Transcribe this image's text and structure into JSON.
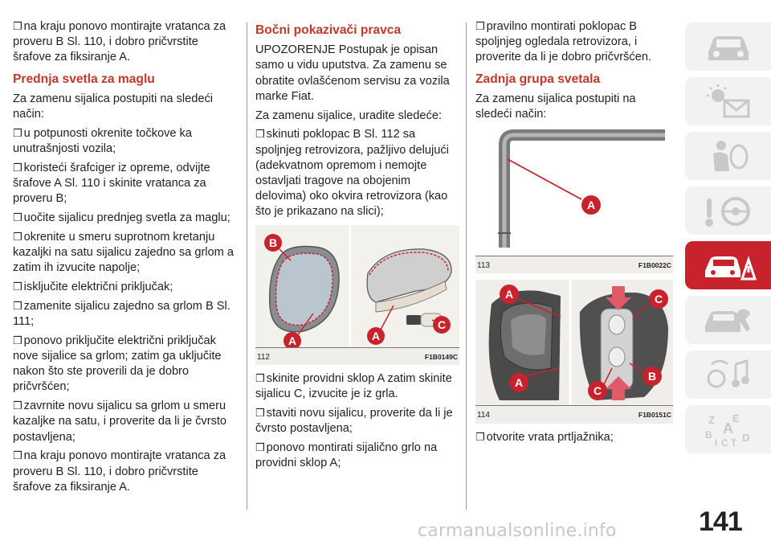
{
  "col1": {
    "p1": "na kraju ponovo montirajte vratanca za proveru B Sl. 110, i dobro pričvrstite šrafove za fiksiranje A.",
    "heading": "Prednja svetla za maglu",
    "intro": "Za zamenu sijalica postupiti na sledeći način:",
    "steps": [
      "u potpunosti okrenite točkove ka unutrašnjosti vozila;",
      "koristeći šrafciger iz opreme, odvijte šrafove A Sl. 110 i skinite vratanca za proveru B;",
      "uočite sijalicu prednjeg svetla za maglu;",
      "okrenite u smeru suprotnom kretanju kazaljki na satu sijalicu zajedno sa grlom a zatim ih izvucite napolje;",
      "isključite električni priključak;",
      "zamenite sijalicu zajedno sa grlom B Sl. 111;",
      "ponovo priključite električni priključak nove sijalice sa grlom; zatim ga uključite nakon što ste proverili da je dobro pričvršćen;",
      "zavrnite novu sijalicu sa grlom u smeru kazaljke na satu, i proverite da li je čvrsto postavljena;",
      "na kraju ponovo montirajte vratanca za proveru B Sl. 110, i dobro pričvrstite šrafove za fiksiranje A."
    ]
  },
  "col2": {
    "heading": "Bočni pokazivači pravca",
    "warning": "UPOZORENJE Postupak je opisan samo u vidu uputstva. Za zamenu se obratite ovlašćenom servisu za vozila marke Fiat.",
    "intro": "Za zamenu sijalice, uradite sledeće:",
    "step1": "skinuti poklopac B Sl. 112 sa spoljnjeg retrovizora, pažljivo delujući (adekvatnom opremom i nemojte ostavljati tragove na obojenim delovima) oko okvira retrovizora (kao što je prikazano na slici);",
    "figure": {
      "number": "112",
      "code": "F1B0149C",
      "labels": [
        "B",
        "A",
        "A",
        "C"
      ]
    },
    "steps_after": [
      "skinite providni sklop A zatim skinite sijalicu C, izvucite je iz grla.",
      "staviti novu sijalicu, proverite da li je čvrsto postavljena;",
      "ponovo montirati sijalično grlo na providni sklop A;"
    ]
  },
  "col3": {
    "step0": "pravilno montirati poklopac B spoljnjeg ogledala retrovizora, i proverite da li je dobro pričvršćen.",
    "heading": "Zadnja grupa svetala",
    "intro": "Za zamenu sijalica postupiti na sledeći način:",
    "figure113": {
      "number": "113",
      "code": "F1B0022C",
      "labels": [
        "A"
      ]
    },
    "figure114": {
      "number": "114",
      "code": "F1B0151C",
      "labels": [
        "A",
        "C",
        "A",
        "C",
        "B"
      ]
    },
    "step_last": "otvorite vrata prtljažnika;"
  },
  "checkbox_glyph": "❒",
  "page_number": "141",
  "watermark": "carmanualsonline.info",
  "colors": {
    "heading": "#c0392b",
    "accent": "#c8232c",
    "sidebar_tab": "#f2f2f2",
    "icon": "#c9c9c9"
  },
  "sidebar": [
    {
      "icon": "car-front-icon",
      "active": false
    },
    {
      "icon": "warning-light-icon",
      "active": false
    },
    {
      "icon": "airbag-person-icon",
      "active": false
    },
    {
      "icon": "steering-wheel-icon",
      "active": false
    },
    {
      "icon": "emergency-car-icon",
      "active": true
    },
    {
      "icon": "wrench-car-icon",
      "active": false
    },
    {
      "icon": "media-music-icon",
      "active": false
    },
    {
      "icon": "alphabet-index-icon",
      "active": false
    }
  ]
}
